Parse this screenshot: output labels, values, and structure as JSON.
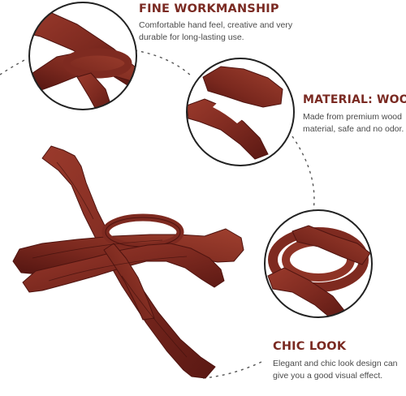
{
  "features": [
    {
      "title": "FINE WORKMANSHIP",
      "description": "Comfortable hand feel, creative and very durable for long-lasting use."
    },
    {
      "title": "MATERIAL: WOOD",
      "description": "Made from premium wood material, safe and no odor."
    },
    {
      "title": "CHIC LOOK",
      "description": "Elegant and chic look design can give you a good visual effect."
    }
  ],
  "colors": {
    "wood": "#7e2a20",
    "wood_dark": "#4f1410",
    "title": "#7a2a22",
    "circle_border": "#222222",
    "dashes": "#555555"
  },
  "product_image": "carved-wood-stand"
}
